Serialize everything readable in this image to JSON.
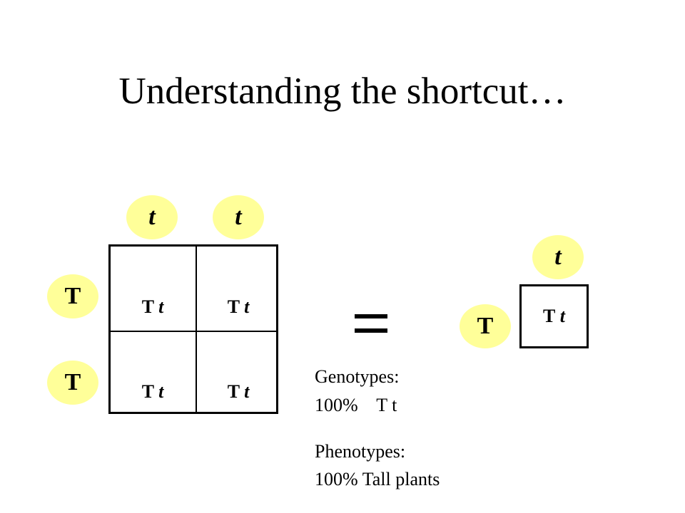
{
  "title": "Understanding the shortcut…",
  "punnett": {
    "top_alleles": [
      "t",
      "t"
    ],
    "left_alleles": [
      "T",
      "T"
    ],
    "cells": [
      {
        "dominant": "T",
        "recessive": "t"
      },
      {
        "dominant": "T",
        "recessive": "t"
      },
      {
        "dominant": "T",
        "recessive": "t"
      },
      {
        "dominant": "T",
        "recessive": "t"
      }
    ]
  },
  "equals_symbol": "=",
  "shortcut": {
    "top_allele": "t",
    "left_allele": "T",
    "cell": {
      "dominant": "T",
      "recessive": "t"
    }
  },
  "results": {
    "genotypes_label": "Genotypes:",
    "genotypes_value": "100%    T t",
    "phenotypes_label": "Phenotypes:",
    "phenotypes_value": "100% Tall plants"
  },
  "colors": {
    "allele_fill": "#ffff99",
    "line": "#000000",
    "background": "#ffffff"
  }
}
